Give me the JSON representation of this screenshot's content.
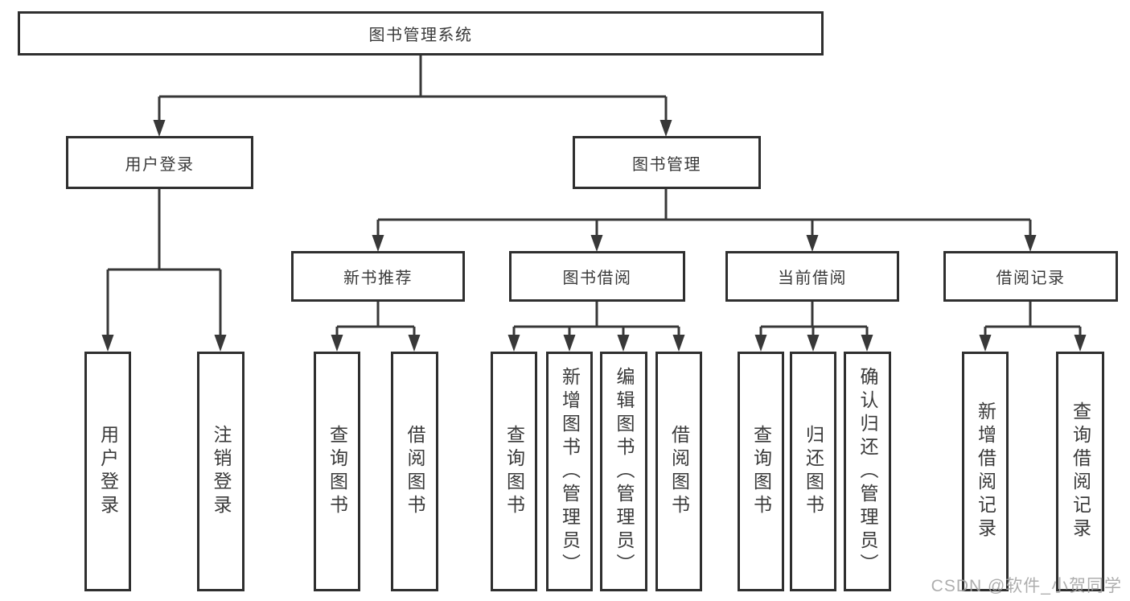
{
  "diagram": {
    "title": "图书管理系统",
    "root": {
      "label": "图书管理系统"
    },
    "branches": [
      {
        "label": "用户登录",
        "children": [
          {
            "label": "用户登录"
          },
          {
            "label": "注销登录"
          }
        ]
      },
      {
        "label": "图书管理",
        "sections": [
          {
            "label": "新书推荐",
            "children": [
              {
                "label": "查询图书"
              },
              {
                "label": "借阅图书"
              }
            ]
          },
          {
            "label": "图书借阅",
            "children": [
              {
                "label": "查询图书"
              },
              {
                "label": "新增图书（管理员）"
              },
              {
                "label": "编辑图书（管理员）"
              },
              {
                "label": "借阅图书"
              }
            ]
          },
          {
            "label": "当前借阅",
            "children": [
              {
                "label": "查询图书"
              },
              {
                "label": "归还图书"
              },
              {
                "label": "确认归还（管理员）"
              }
            ]
          },
          {
            "label": "借阅记录",
            "children": [
              {
                "label": "新增借阅记录"
              },
              {
                "label": "查询借阅记录"
              }
            ]
          }
        ]
      }
    ]
  },
  "watermark": {
    "text": "CSDN @软件_小贺同学"
  },
  "colors": {
    "line": "#383838",
    "box_border": "#2f2f2f",
    "text": "#3a3a3a",
    "watermark": "#a6a6a6",
    "background": "#ffffff"
  }
}
